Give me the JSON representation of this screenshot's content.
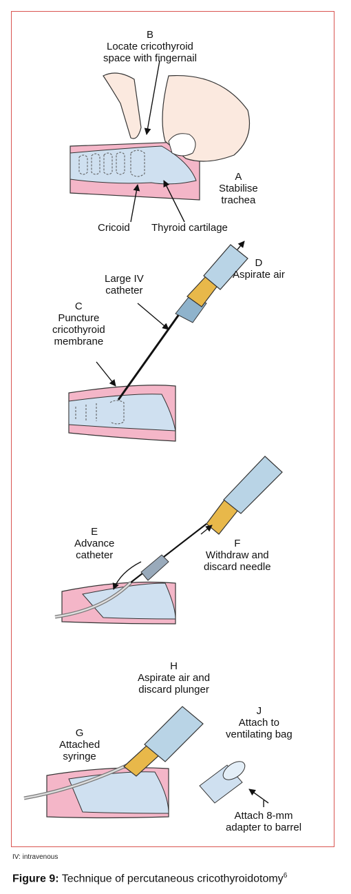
{
  "labels": {
    "b_letter": "B",
    "b_line1": "Locate cricothyroid",
    "b_line2": "space with fingernail",
    "a_letter": "A",
    "a_line1": "Stabilise",
    "a_line2": "trachea",
    "cricoid": "Cricoid",
    "thyroid_cartilage": "Thyroid cartilage",
    "d_letter": "D",
    "d_line1": "Aspirate air",
    "large_iv_line1": "Large IV",
    "large_iv_line2": "catheter",
    "c_letter": "C",
    "c_line1": "Puncture",
    "c_line2": "cricothyroid",
    "c_line3": "membrane",
    "e_letter": "E",
    "e_line1": "Advance",
    "e_line2": "catheter",
    "f_letter": "F",
    "f_line1": "Withdraw and",
    "f_line2": "discard needle",
    "h_letter": "H",
    "h_line1": "Aspirate air and",
    "h_line2": "discard plunger",
    "j_letter": "J",
    "j_line1": "Attach to",
    "j_line2": "ventilating bag",
    "g_letter": "G",
    "g_line1": "Attached",
    "g_line2": "syringe",
    "i_letter": "I",
    "i_line1": "Attach 8-mm",
    "i_line2": "adapter to barrel"
  },
  "footnote": "IV: intravenous",
  "caption": {
    "label": "Figure 9:",
    "text": " Technique of percutaneous cricothyroidotomy",
    "ref": "6"
  },
  "colors": {
    "border": "#d9534f",
    "tissue_pink": "#f4b6c8",
    "trachea_blue": "#cfe0f0",
    "syringe_yellow": "#e8b84a",
    "barrel_blue": "#b9d4e6"
  }
}
